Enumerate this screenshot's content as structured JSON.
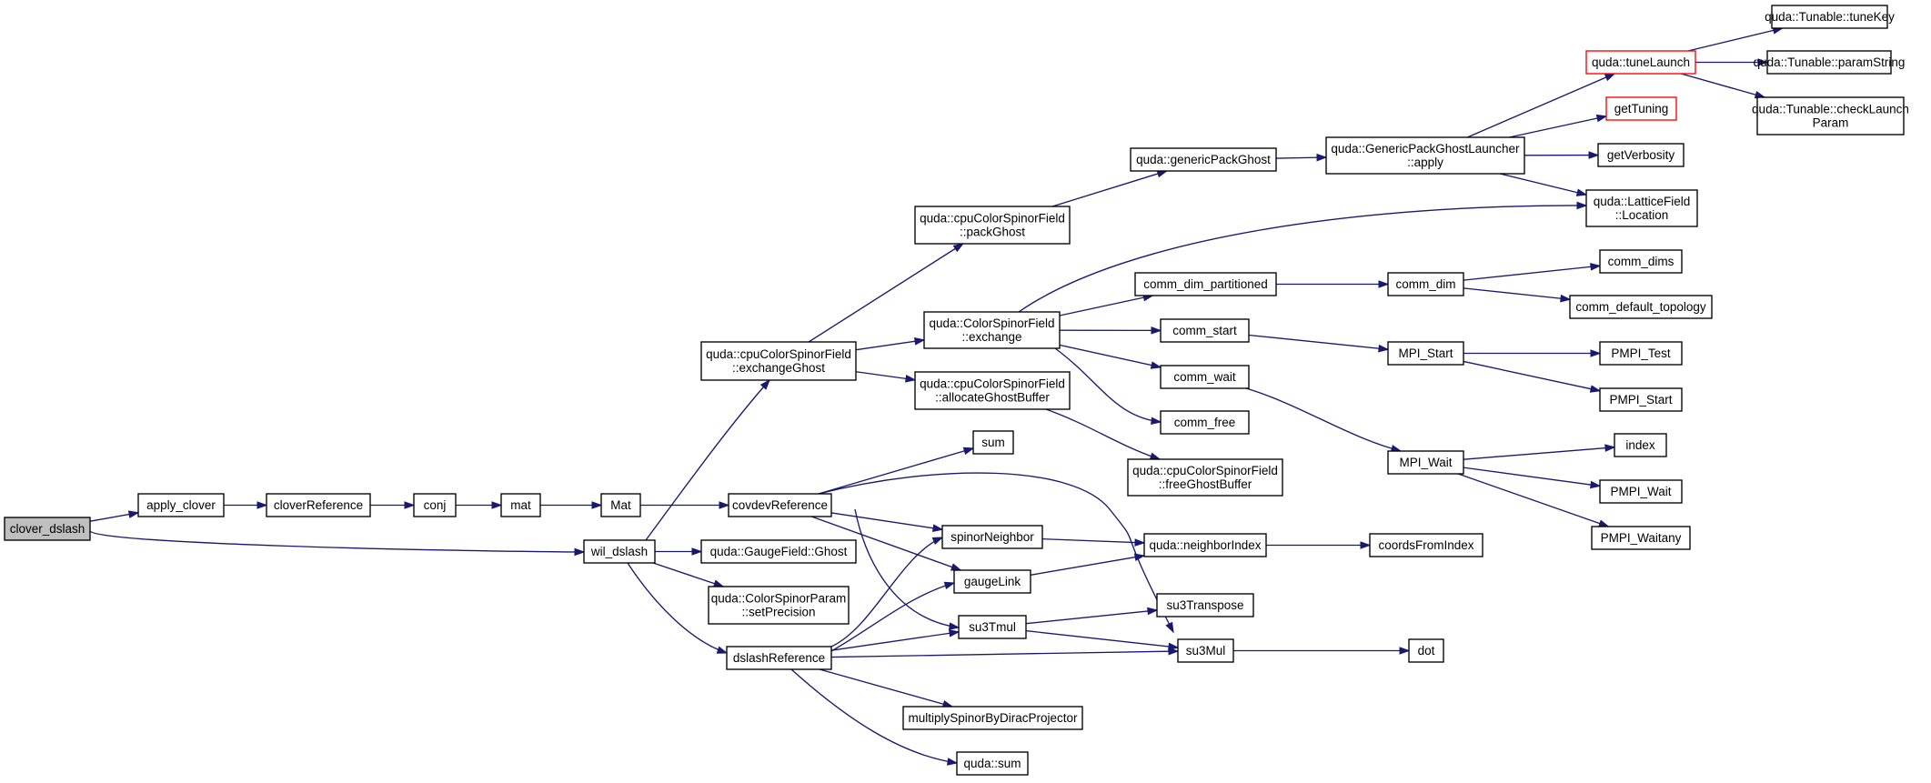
{
  "colors": {
    "edge": "#191970",
    "box_border": "#000000",
    "box_fill": "#ffffff",
    "root_fill": "#bfbfbf",
    "truncated_border": "#ff0000"
  },
  "nodes": [
    {
      "id": "clover_dslash",
      "lines": [
        "clover_dslash"
      ],
      "style": "root"
    },
    {
      "id": "apply_clover",
      "lines": [
        "apply_clover"
      ]
    },
    {
      "id": "cloverReference",
      "lines": [
        "cloverReference"
      ]
    },
    {
      "id": "conj",
      "lines": [
        "conj"
      ]
    },
    {
      "id": "mat",
      "lines": [
        "mat"
      ]
    },
    {
      "id": "Mat",
      "lines": [
        "Mat"
      ]
    },
    {
      "id": "covdevReference",
      "lines": [
        "covdevReference"
      ]
    },
    {
      "id": "wil_dslash",
      "lines": [
        "wil_dslash"
      ]
    },
    {
      "id": "exchangeGhost",
      "lines": [
        "quda::cpuColorSpinorField",
        "::exchangeGhost"
      ]
    },
    {
      "id": "packGhost",
      "lines": [
        "quda::cpuColorSpinorField",
        "::packGhost"
      ]
    },
    {
      "id": "genericPackGhost",
      "lines": [
        "quda::genericPackGhost"
      ]
    },
    {
      "id": "launcherApply",
      "lines": [
        "quda::GenericPackGhostLauncher",
        "::apply"
      ]
    },
    {
      "id": "tuneLaunch",
      "lines": [
        "quda::tuneLaunch"
      ],
      "style": "red"
    },
    {
      "id": "tuneKey",
      "lines": [
        "quda::Tunable::tuneKey"
      ]
    },
    {
      "id": "paramString",
      "lines": [
        "quda::Tunable::paramString"
      ]
    },
    {
      "id": "checkLaunchParam",
      "lines": [
        "quda::Tunable::checkLaunch",
        "Param"
      ]
    },
    {
      "id": "getTuning",
      "lines": [
        "getTuning"
      ],
      "style": "red"
    },
    {
      "id": "getVerbosity",
      "lines": [
        "getVerbosity"
      ]
    },
    {
      "id": "location",
      "lines": [
        "quda::LatticeField",
        "::Location"
      ]
    },
    {
      "id": "exchange",
      "lines": [
        "quda::ColorSpinorField",
        "::exchange"
      ]
    },
    {
      "id": "allocateGhostBuffer",
      "lines": [
        "quda::cpuColorSpinorField",
        "::allocateGhostBuffer"
      ]
    },
    {
      "id": "freeGhostBuffer",
      "lines": [
        "quda::cpuColorSpinorField",
        "::freeGhostBuffer"
      ]
    },
    {
      "id": "comm_dim_partitioned",
      "lines": [
        "comm_dim_partitioned"
      ]
    },
    {
      "id": "comm_start",
      "lines": [
        "comm_start"
      ]
    },
    {
      "id": "comm_wait",
      "lines": [
        "comm_wait"
      ]
    },
    {
      "id": "comm_free",
      "lines": [
        "comm_free"
      ]
    },
    {
      "id": "comm_dim",
      "lines": [
        "comm_dim"
      ]
    },
    {
      "id": "comm_dims",
      "lines": [
        "comm_dims"
      ]
    },
    {
      "id": "comm_default_topology",
      "lines": [
        "comm_default_topology"
      ]
    },
    {
      "id": "MPI_Start",
      "lines": [
        "MPI_Start"
      ]
    },
    {
      "id": "MPI_Wait",
      "lines": [
        "MPI_Wait"
      ]
    },
    {
      "id": "PMPI_Test",
      "lines": [
        "PMPI_Test"
      ]
    },
    {
      "id": "PMPI_Start",
      "lines": [
        "PMPI_Start"
      ]
    },
    {
      "id": "index",
      "lines": [
        "index"
      ]
    },
    {
      "id": "PMPI_Wait",
      "lines": [
        "PMPI_Wait"
      ]
    },
    {
      "id": "PMPI_Waitany",
      "lines": [
        "PMPI_Waitany"
      ]
    },
    {
      "id": "sum",
      "lines": [
        "sum"
      ]
    },
    {
      "id": "ghost",
      "lines": [
        "quda::GaugeField::Ghost"
      ]
    },
    {
      "id": "setPrecision",
      "lines": [
        "quda::ColorSpinorParam",
        "::setPrecision"
      ]
    },
    {
      "id": "dslashReference",
      "lines": [
        "dslashReference"
      ]
    },
    {
      "id": "spinorNeighbor",
      "lines": [
        "spinorNeighbor"
      ]
    },
    {
      "id": "gaugeLink",
      "lines": [
        "gaugeLink"
      ]
    },
    {
      "id": "su3Tmul",
      "lines": [
        "su3Tmul"
      ]
    },
    {
      "id": "neighborIndex",
      "lines": [
        "quda::neighborIndex"
      ]
    },
    {
      "id": "coordsFromIndex",
      "lines": [
        "coordsFromIndex"
      ]
    },
    {
      "id": "su3Transpose",
      "lines": [
        "su3Transpose"
      ]
    },
    {
      "id": "su3Mul",
      "lines": [
        "su3Mul"
      ]
    },
    {
      "id": "dot",
      "lines": [
        "dot"
      ]
    },
    {
      "id": "multiplySpinor",
      "lines": [
        "multiplySpinorByDiracProjector"
      ]
    },
    {
      "id": "qudaSum",
      "lines": [
        "quda::sum"
      ]
    }
  ],
  "edges": [
    [
      "clover_dslash",
      "apply_clover"
    ],
    [
      "clover_dslash",
      "wil_dslash"
    ],
    [
      "apply_clover",
      "cloverReference"
    ],
    [
      "cloverReference",
      "conj"
    ],
    [
      "conj",
      "mat"
    ],
    [
      "mat",
      "Mat"
    ],
    [
      "Mat",
      "covdevReference"
    ],
    [
      "wil_dslash",
      "exchangeGhost"
    ],
    [
      "wil_dslash",
      "ghost"
    ],
    [
      "wil_dslash",
      "setPrecision"
    ],
    [
      "wil_dslash",
      "dslashReference"
    ],
    [
      "exchangeGhost",
      "packGhost"
    ],
    [
      "exchangeGhost",
      "exchange"
    ],
    [
      "exchangeGhost",
      "allocateGhostBuffer"
    ],
    [
      "packGhost",
      "genericPackGhost"
    ],
    [
      "genericPackGhost",
      "launcherApply"
    ],
    [
      "launcherApply",
      "tuneLaunch"
    ],
    [
      "launcherApply",
      "getTuning"
    ],
    [
      "launcherApply",
      "getVerbosity"
    ],
    [
      "launcherApply",
      "location"
    ],
    [
      "tuneLaunch",
      "tuneKey"
    ],
    [
      "tuneLaunch",
      "paramString"
    ],
    [
      "tuneLaunch",
      "checkLaunchParam"
    ],
    [
      "exchange",
      "location"
    ],
    [
      "exchange",
      "comm_dim_partitioned"
    ],
    [
      "exchange",
      "comm_start"
    ],
    [
      "exchange",
      "comm_wait"
    ],
    [
      "exchange",
      "comm_free"
    ],
    [
      "allocateGhostBuffer",
      "freeGhostBuffer"
    ],
    [
      "comm_dim_partitioned",
      "comm_dim"
    ],
    [
      "comm_dim",
      "comm_dims"
    ],
    [
      "comm_dim",
      "comm_default_topology"
    ],
    [
      "comm_start",
      "MPI_Start"
    ],
    [
      "comm_wait",
      "MPI_Wait"
    ],
    [
      "MPI_Start",
      "PMPI_Test"
    ],
    [
      "MPI_Start",
      "PMPI_Start"
    ],
    [
      "MPI_Wait",
      "index"
    ],
    [
      "MPI_Wait",
      "PMPI_Wait"
    ],
    [
      "MPI_Wait",
      "PMPI_Waitany"
    ],
    [
      "covdevReference",
      "sum"
    ],
    [
      "covdevReference",
      "spinorNeighbor"
    ],
    [
      "covdevReference",
      "gaugeLink"
    ],
    [
      "covdevReference",
      "su3Tmul"
    ],
    [
      "covdevReference",
      "su3Mul"
    ],
    [
      "dslashReference",
      "spinorNeighbor"
    ],
    [
      "dslashReference",
      "gaugeLink"
    ],
    [
      "dslashReference",
      "su3Tmul"
    ],
    [
      "dslashReference",
      "su3Mul"
    ],
    [
      "dslashReference",
      "multiplySpinor"
    ],
    [
      "dslashReference",
      "qudaSum"
    ],
    [
      "spinorNeighbor",
      "neighborIndex"
    ],
    [
      "gaugeLink",
      "neighborIndex"
    ],
    [
      "neighborIndex",
      "coordsFromIndex"
    ],
    [
      "su3Tmul",
      "su3Transpose"
    ],
    [
      "su3Tmul",
      "su3Mul"
    ],
    [
      "su3Mul",
      "dot"
    ]
  ]
}
